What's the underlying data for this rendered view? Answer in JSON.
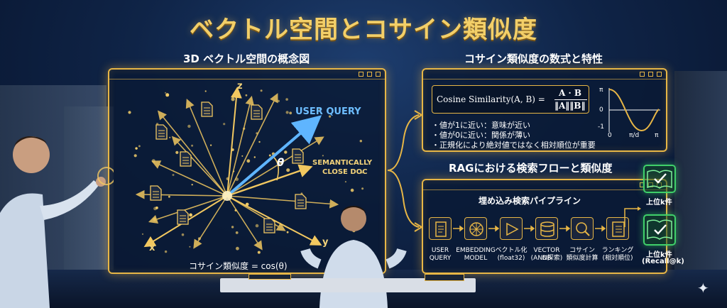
{
  "title": "ベクトル空間とコサイン類似度",
  "left_section": {
    "heading": "3D ベクトル空間の概念図",
    "axis_z": "z",
    "axis_x": "x",
    "axis_y": "y",
    "query_label": "USER QUERY",
    "theta_label": "θ",
    "doc_label_line1": "SEMANTICALLY",
    "doc_label_line2": "CLOSE DOC",
    "cos_caption": "コサイン類似度 = cos(θ)"
  },
  "right_top": {
    "heading": "コサイン類似度の数式と特性",
    "formula_lhs": "Cosine Similarity(A, B) =",
    "formula_num": "A · B",
    "formula_den": "‖A‖‖B‖",
    "bullets": [
      "・値が1に近い：意味が近い",
      "・値が0に近い：関係が薄い",
      "・正規化により絶対値ではなく相対順位が重要"
    ],
    "graph_ticks": {
      "y_top": "π",
      "y_mid": "0",
      "y_bot": "-1",
      "x0": "0",
      "x1": "π/d",
      "x2": "π"
    }
  },
  "right_bottom": {
    "heading": "RAGにおける検索フローと類似度",
    "pipeline_title": "埋め込み検索パイプライン",
    "steps": [
      {
        "line1": "USER",
        "line2": "QUERY"
      },
      {
        "line1": "EMBEDDING",
        "line2": "MODEL"
      },
      {
        "line1": "ベクトル化",
        "line2": "(float32)"
      },
      {
        "line1": "VECTOR DB",
        "line2": "(ANN探索)"
      },
      {
        "line1": "コサイン",
        "line2": "類似度計算"
      },
      {
        "line1": "ランキング",
        "line2": "(相対順位)"
      }
    ],
    "out_top": "上位k件",
    "out_bottom_line1": "上位k件",
    "out_bottom_line2": "(Recall@k)"
  },
  "colors": {
    "gold": "#e7b646",
    "blue_arrow": "#4aa3ff",
    "green": "#3fd06a",
    "navy": "#0b1a33"
  }
}
